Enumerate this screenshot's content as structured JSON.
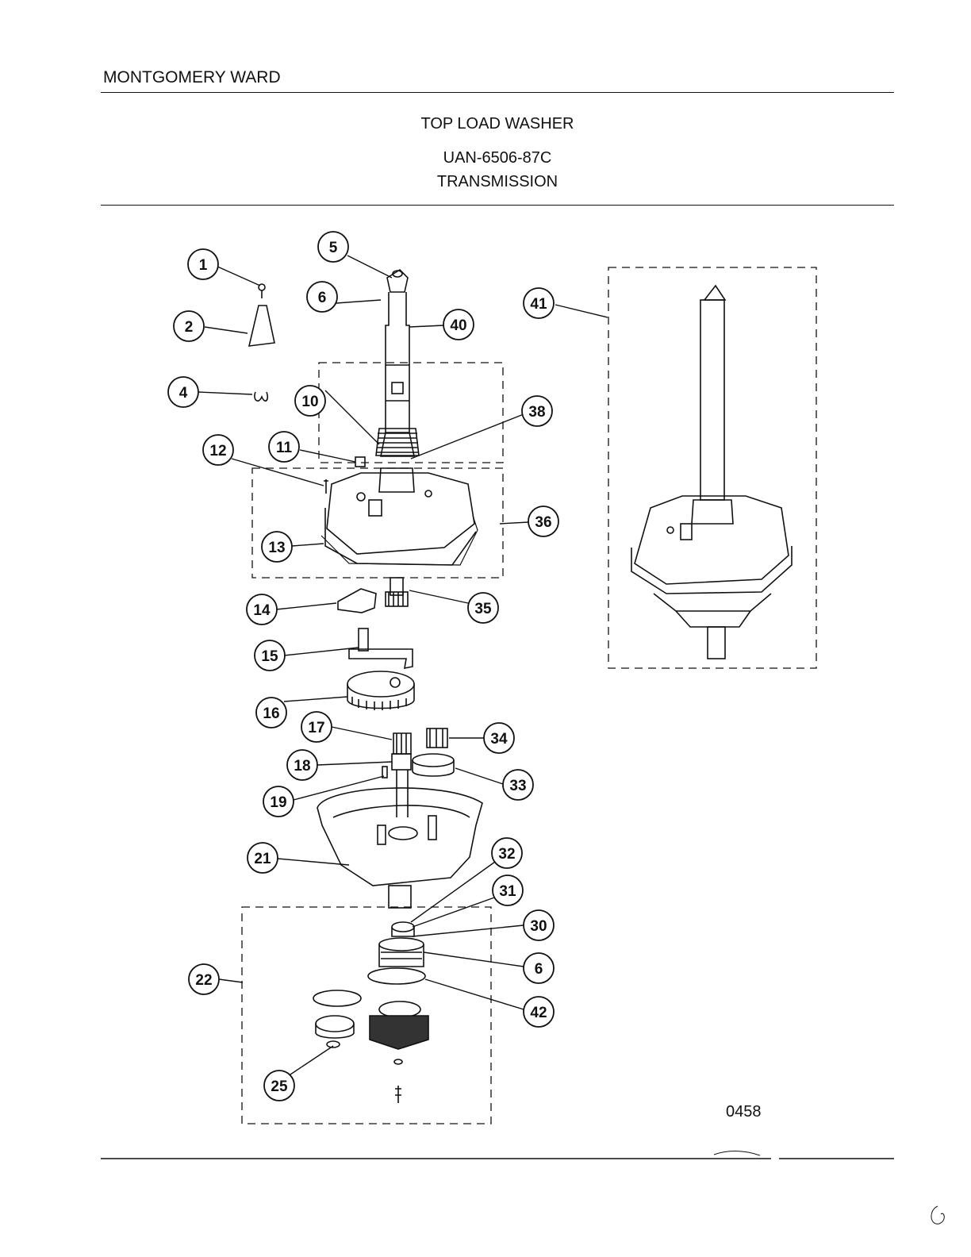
{
  "header": {
    "brand": "MONTGOMERY WARD",
    "product": "TOP LOAD WASHER",
    "model": "UAN-6506-87C",
    "section": "TRANSMISSION"
  },
  "diagram_code": "0458",
  "callouts": [
    "1",
    "2",
    "4",
    "5",
    "6",
    "40",
    "41",
    "10",
    "38",
    "11",
    "12",
    "36",
    "13",
    "14",
    "35",
    "15",
    "16",
    "17",
    "34",
    "18",
    "33",
    "19",
    "21",
    "32",
    "31",
    "30",
    "6",
    "22",
    "42",
    "25"
  ]
}
